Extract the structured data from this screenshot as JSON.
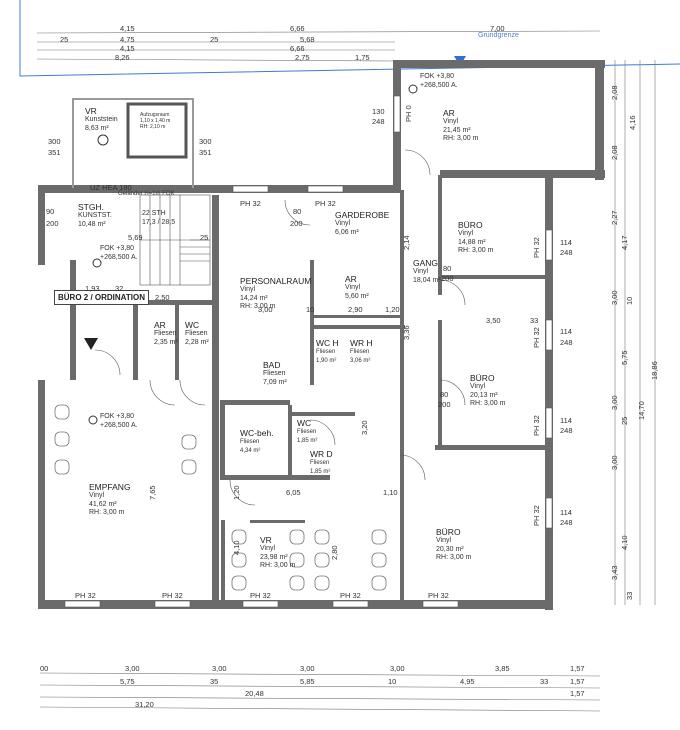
{
  "property_line": {
    "label": "Grundgrenze",
    "color": "#3d7bd6"
  },
  "wall_color": "#6b6b6b",
  "unit_label": "BÜRO 2 / ORDINATION",
  "rooms": {
    "vr_top": {
      "name": "VR",
      "material": "Kunststein",
      "area": "8,63 m²"
    },
    "lift": {
      "name": "Aufzugsraum",
      "size": "1,10 x 1,40 m",
      "height": "RH: 2,10 m"
    },
    "ar_top": {
      "name": "AR",
      "material": "Vinyl",
      "area": "21,45 m²",
      "height": "RH: 3,00 m"
    },
    "stgh": {
      "name": "STGH.",
      "material": "KUNSTST.",
      "area": "10,48 m²"
    },
    "stair": {
      "label": "22 STH",
      "size": "17,3 / 28,5"
    },
    "personal": {
      "name": "PERSONALRAUM",
      "material": "Vinyl",
      "area": "14,24 m²",
      "height": "RH: 3,00 m"
    },
    "garderobe": {
      "name": "GARDEROBE",
      "material": "Vinyl",
      "area": "6,06 m²"
    },
    "ar_mid": {
      "name": "AR",
      "material": "Vinyl",
      "area": "5,60 m²"
    },
    "gang": {
      "name": "GANG",
      "material": "Vinyl",
      "area": "18,04 m²"
    },
    "buero1": {
      "name": "BÜRO",
      "material": "Vinyl",
      "area": "14,88 m²",
      "height": "RH: 3,00 m"
    },
    "buero2": {
      "name": "BÜRO",
      "material": "Vinyl",
      "area": "20,13 m²",
      "height": "RH: 3,00 m"
    },
    "buero3": {
      "name": "BÜRO",
      "material": "Vinyl",
      "area": "20,30 m²",
      "height": "RH: 3,00 m"
    },
    "ar_small": {
      "name": "AR",
      "material": "Fliesen",
      "area": "2,35 m²"
    },
    "wc_small": {
      "name": "WC",
      "material": "Fliesen",
      "area": "2,28 m²"
    },
    "bad": {
      "name": "BAD",
      "material": "Fliesen",
      "area": "7,09 m²"
    },
    "wch": {
      "name": "WC H",
      "material": "Fliesen",
      "area": "1,90 m²"
    },
    "wrh": {
      "name": "WR H",
      "material": "Fliesen",
      "area": "3,06 m²"
    },
    "wcbeh": {
      "name": "WC-beh.",
      "material": "Fliesen",
      "area": "4,34 m²"
    },
    "wcd": {
      "name": "WC",
      "material": "Fliesen",
      "area": "1,85 m²"
    },
    "wrd": {
      "name": "WR D",
      "material": "Fliesen",
      "area": "1,85 m²"
    },
    "empfang": {
      "name": "EMPFANG",
      "material": "Vinyl",
      "area": "41,62 m²",
      "height": "RH: 3,00 m"
    },
    "vr_main": {
      "name": "VR",
      "material": "Vinyl",
      "area": "23,98 m²",
      "height": "RH: 3,00 m"
    }
  },
  "levels": {
    "fok": "FOK +3,80",
    "abs": "+268,500 A."
  },
  "notes": {
    "beam": "UZ HEA 180",
    "railing": "Geländer H=1m FOK"
  },
  "windows": {
    "ph": "PH 32",
    "ph0": "PH 0",
    "w": "114",
    "h": "248",
    "w300": "300",
    "h351": "351",
    "w130": "130"
  },
  "doors": {
    "w80": "80",
    "w90": "90",
    "h200": "200"
  },
  "dims_top": [
    [
      "4,15",
      "6,66",
      "7,00"
    ],
    [
      "25",
      "4,75",
      "25",
      "5,68"
    ],
    [
      "4,15",
      "6,66"
    ],
    [
      "8,26",
      "2,75",
      "1,75"
    ]
  ],
  "dims_bottom": [
    [
      "00",
      "3,00",
      "3,00",
      "3,00",
      "3,00",
      "3,85",
      "1,57"
    ],
    [
      "5,75",
      "35",
      "5,85",
      "10",
      "4,95",
      "33",
      "1,57"
    ],
    [
      "20,48",
      "1,57"
    ],
    [
      "31,20"
    ]
  ],
  "dims_right": [
    "2,08",
    "4,16",
    "2,08",
    "2,27",
    "4,17",
    "3,00",
    "10",
    "5,75",
    "3,00",
    "25",
    "3,00",
    "4,10",
    "3,43",
    "33",
    "14,70",
    "18,86"
  ],
  "dims_inner": [
    "1,93",
    "32",
    "2,50",
    "3,00",
    "10",
    "2,90",
    "1,20",
    "3,50",
    "33",
    "6,05",
    "1,10",
    "5,69",
    "25",
    "7,65",
    "2,14",
    "3,36",
    "3,20",
    "1,20",
    "4,10",
    "2,80"
  ]
}
